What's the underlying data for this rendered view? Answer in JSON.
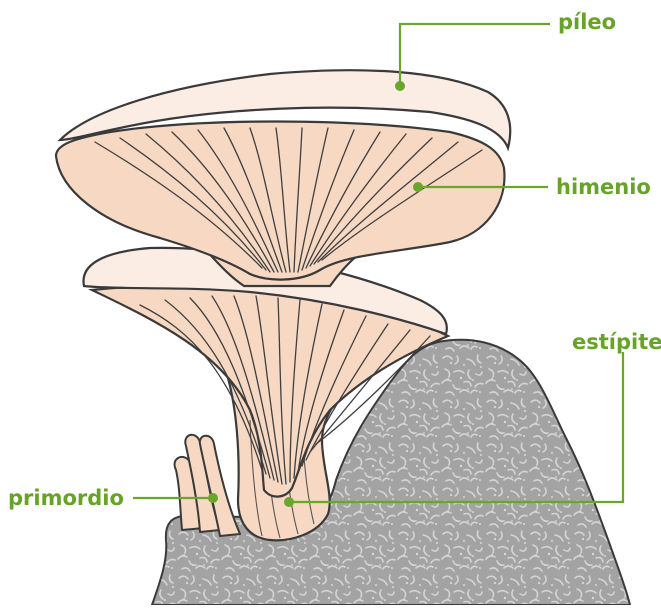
{
  "labels": {
    "pileo": "píleo",
    "himenio": "himenio",
    "estipite": "estípite",
    "primordio": "primordio"
  },
  "colors": {
    "label_text": "#67a326",
    "leader_line": "#6aa52c",
    "outline": "#3a3a3a",
    "flesh": "#f6d8c3",
    "cap_top": "#fbece4",
    "substrate": "#a3a3a3",
    "substrate_texture": "#d2d2d2"
  }
}
